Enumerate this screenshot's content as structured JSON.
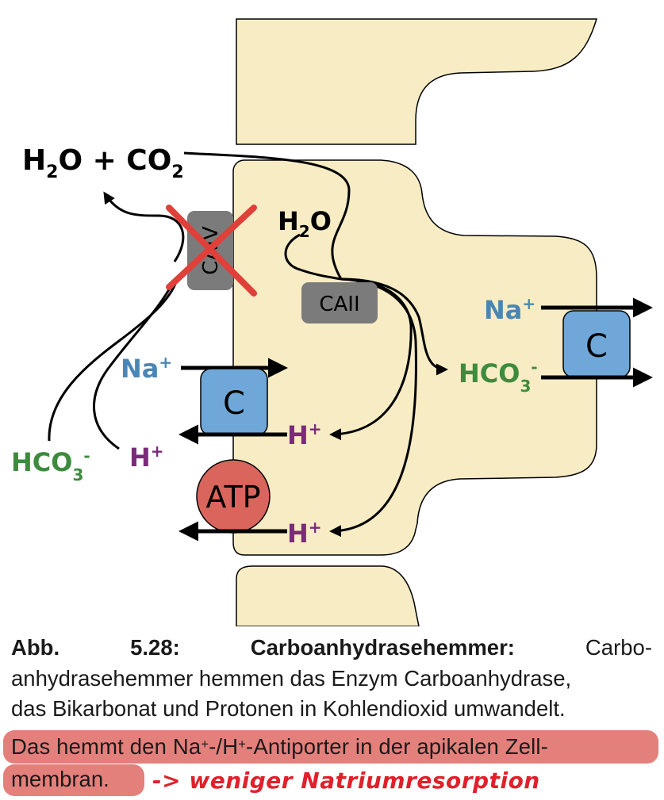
{
  "diagram": {
    "lumen": {
      "h2o_co2": [
        "H",
        "2",
        "O + CO",
        "2"
      ],
      "hco3": [
        "HCO",
        "3",
        "-"
      ],
      "h_plus": [
        "H",
        "+"
      ]
    },
    "cell": {
      "caiv_label": "CAIV",
      "caii_label": "CAII",
      "h2o": [
        "H",
        "2",
        "O"
      ],
      "apical_antiporter": {
        "na": [
          "Na",
          "+"
        ],
        "label": "C",
        "h": [
          "H",
          "+"
        ]
      },
      "atpase": {
        "label": "ATP",
        "h": [
          "H",
          "+"
        ]
      },
      "basolateral": {
        "na": [
          "Na",
          "+"
        ],
        "label": "C",
        "hco3": [
          "HCO",
          "3",
          "-"
        ]
      }
    },
    "colors": {
      "cell": "#f7ecc4",
      "na": "#4a86b5",
      "h": "#7a2b7a",
      "hco3": "#3e8b3e",
      "transporter": "#6fa7d8",
      "atp": "#d9655c",
      "enzyme": "#7b7b7b",
      "cross": "#e0403a",
      "highlight": "#e4807b",
      "note": "#e0202a"
    }
  },
  "caption": {
    "lead_words": [
      "Abb.",
      "5.28:",
      "Carboanhydrasehemmer:",
      "Carbo-"
    ],
    "line2": "anhydrasehemmer hemmen das Enzym Carboanhydrase,",
    "line3": "das Bikarbonat und Protonen in Kohlendioxid umwandelt.",
    "line4_parts": [
      "Das hemmt den Na",
      "+",
      "-/H",
      "+",
      "-Antiporter in der apikalen Zell-"
    ],
    "line5": "membran.",
    "handwritten_note": "-> weniger Natriumresorption"
  }
}
